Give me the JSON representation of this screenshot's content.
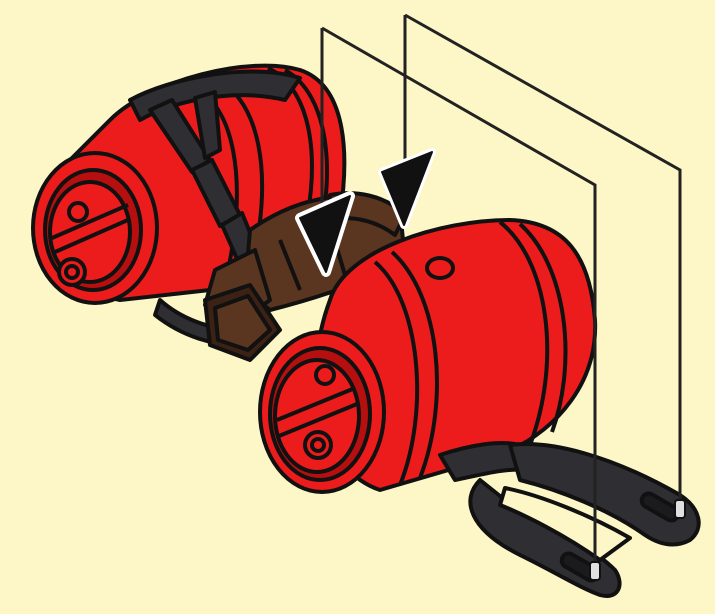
{
  "illustration": {
    "subject": "two-red-barrels-with-dark-brackets-and-brown-clip-assembly",
    "step_type": "assembly-instruction",
    "arrow_count": 2
  },
  "colors": {
    "background": "#fdf6c6",
    "barrel_red": "#ec1c1c",
    "barrel_dark_red": "#b60f0f",
    "bracket_dark": "#2f2f33",
    "clip_brown": "#5a3520",
    "clip_brown_dark": "#3b2214",
    "outline": "#111111",
    "guide_line": "#222222",
    "arrow_white_outline": "#ffffff"
  }
}
